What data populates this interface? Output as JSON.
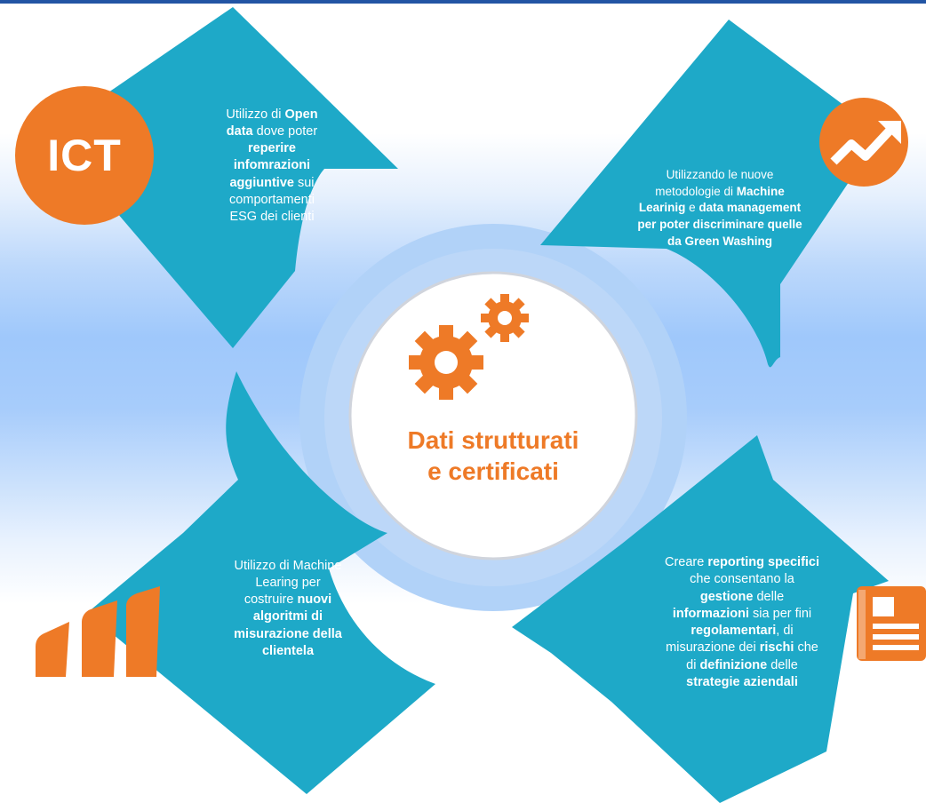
{
  "center": {
    "title_line1": "Dati strutturati",
    "title_line2": "e certificati"
  },
  "colors": {
    "cyan": "#1ea9c8",
    "orange": "#ee7a27",
    "ring": "#b1d2f8",
    "topbar": "#2255a4"
  },
  "icons": {
    "top_left": {
      "name": "ict-icon",
      "label": "ICT"
    },
    "top_right": {
      "name": "trend-up-icon"
    },
    "bottom_left": {
      "name": "bar-chart-icon"
    },
    "bottom_right": {
      "name": "report-document-icon"
    },
    "center": {
      "name": "gears-icon"
    }
  },
  "quadrants": {
    "top_left": {
      "t1": "Utilizzo di ",
      "b1": "Open",
      "b2": "data",
      "t2": " dove poter",
      "b3": "reperire",
      "b4": "infomrazioni",
      "b5": "aggiuntive",
      "t3": " sui",
      "t4": "comportamenti",
      "t5": "ESG dei clienti"
    },
    "top_right": {
      "t1": "Utilizzando le nuove",
      "t2": "metodologie di ",
      "b1": "Machine",
      "b2": "Learinig",
      "t3": " e ",
      "b3": "data management",
      "b4": "per poter discriminare quelle",
      "b5": "da Green Washing"
    },
    "bottom_left": {
      "t1": "Utilizzo di Machine",
      "t2": "Learing per",
      "t3": "costruire ",
      "b1": "nuovi",
      "b2": "algoritmi di",
      "b3": "misurazione della",
      "b4": "clientela"
    },
    "bottom_right": {
      "t1": "Creare ",
      "b1": "reporting specifici",
      "t2": "che consentano  la",
      "b2": "gestione",
      "t3": " delle",
      "b3": "informazioni",
      "t4": " sia per fini",
      "b4": "regolamentari",
      "t5": ", di",
      "t6": "misurazione dei ",
      "b5": "rischi",
      "t7": " che",
      "t8": "di ",
      "b6": "definizione",
      "t9": " delle",
      "b7": "strategie aziendali"
    }
  }
}
